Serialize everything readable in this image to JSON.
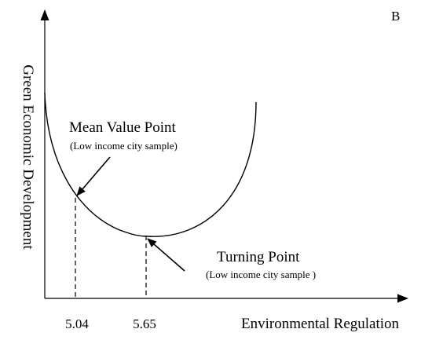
{
  "panel_label": "B",
  "axes": {
    "y_label": "Green Economic Development",
    "x_label": "Environmental Regulation"
  },
  "ticks": {
    "mean_x": "5.04",
    "turning_x": "5.65"
  },
  "annotations": {
    "mean_value_title": "Mean Value Point",
    "mean_value_sub": "(Low income city sample)",
    "turning_title": "Turning Point",
    "turning_sub": "(Low income city sample )"
  },
  "colors": {
    "ink": "#000000",
    "background": "#ffffff"
  }
}
